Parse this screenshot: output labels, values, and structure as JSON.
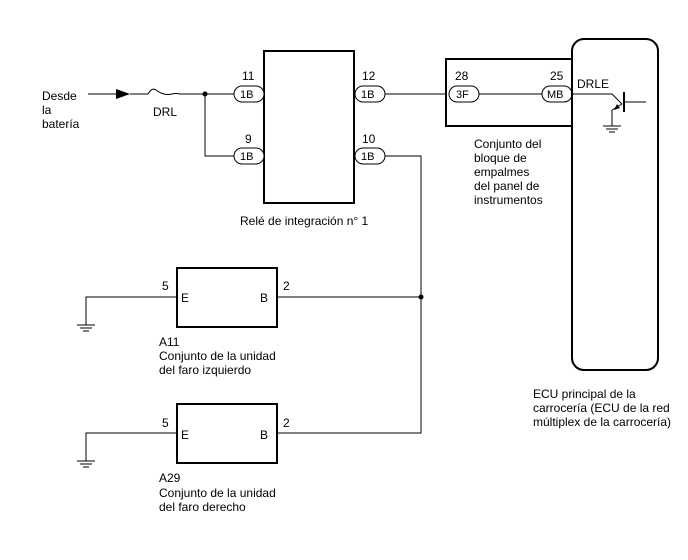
{
  "source": {
    "line1": "Desde",
    "line2": "la",
    "line3": "batería"
  },
  "fuse_label": "DRL",
  "relay": {
    "caption": "Relé de integración n° 1",
    "pin_11": "11",
    "conn_11": "1B",
    "pin_9": "9",
    "conn_9": "1B",
    "pin_12": "12",
    "conn_12": "1B",
    "pin_10": "10",
    "conn_10": "1B"
  },
  "junction_block": {
    "pin_28": "28",
    "conn_28": "3F",
    "pin_25": "25",
    "conn_25": "MB",
    "caption_lines": [
      "Conjunto del",
      "bloque de",
      "empalmes",
      "del panel de",
      "instrumentos"
    ]
  },
  "ecu": {
    "signal": "DRLE",
    "caption_lines": [
      "ECU principal de la",
      "carrocería (ECU de la red",
      "múltiplex de la carrocería)"
    ]
  },
  "left_headlamp": {
    "code": "A11",
    "pin_e": "5",
    "label_e": "E",
    "pin_b": "2",
    "label_b": "B",
    "caption_lines": [
      "Conjunto de la unidad",
      "del faro izquierdo"
    ]
  },
  "right_headlamp": {
    "code": "A29",
    "pin_e": "5",
    "label_e": "E",
    "pin_b": "2",
    "label_b": "B",
    "caption_lines": [
      "Conjunto de la unidad",
      "del faro derecho"
    ]
  }
}
